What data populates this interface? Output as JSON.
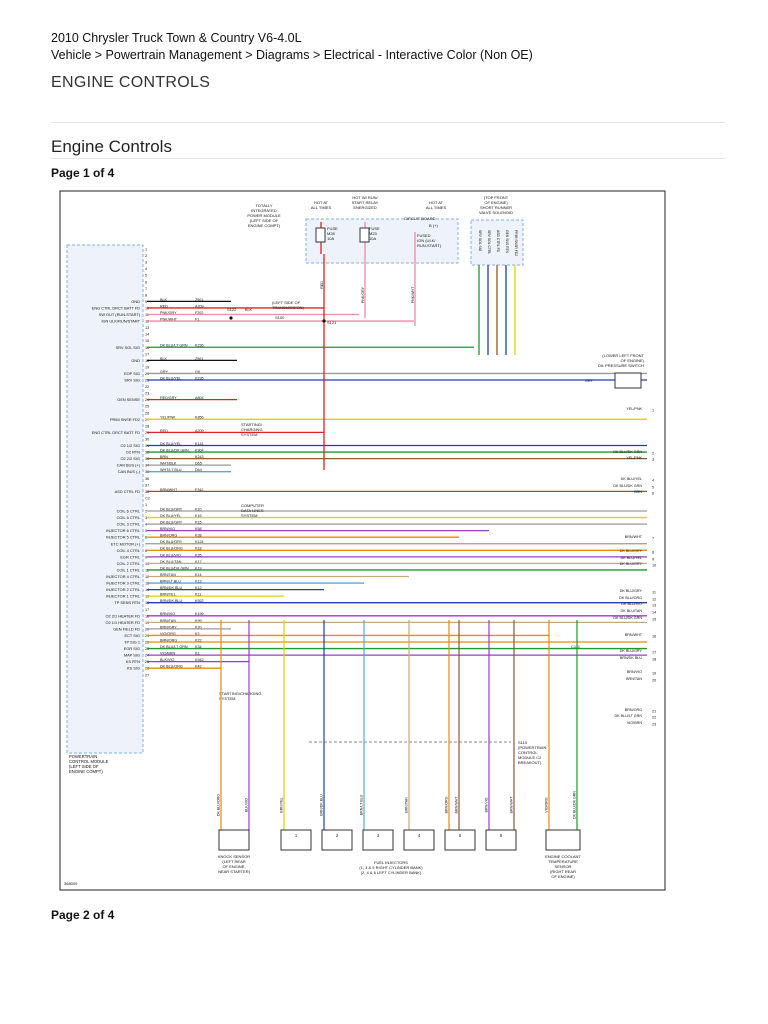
{
  "header": {
    "vehicle": "2010 Chrysler Truck Town & Country V6-4.0L",
    "breadcrumb": "Vehicle > Powertrain Management > Diagrams > Electrical - Interactive Color (Non OE)"
  },
  "section_title": "ENGINE CONTROLS",
  "heading": "Engine Controls",
  "pages": {
    "page1": "Page 1 of 4",
    "page2": "Page 2 of 4"
  },
  "diagram": {
    "figure_id": "368009",
    "pcm_label": [
      "POWERTRAIN",
      "CONTROL MODULE",
      "(LEFT SIDE OF",
      "ENGINE COMPT)"
    ],
    "tipm_label": [
      "TOTALLY",
      "INTEGRATED",
      "POWER MODULE",
      "(LEFT SIDE OF",
      "ENGINE COMPT)"
    ],
    "hot_at_all_times_1": [
      "HOT AT",
      "ALL TIMES"
    ],
    "hot_run": [
      "HOT W/ RUN/",
      "START RELAY",
      "ENERGIZED"
    ],
    "hot_at_all_times_2": [
      "HOT AT",
      "ALL TIMES"
    ],
    "fuse1": [
      "FUSE",
      "M28",
      "10A"
    ],
    "fuse2": [
      "FUSE",
      "M23",
      "10A"
    ],
    "circuit_board": "CIRCUIT BOARD",
    "fused_ign": [
      "FUSED",
      "IGN (ULK/",
      "RUN-START)"
    ],
    "b_plus": "B (+)",
    "ssv_label": [
      "(TOP FRONT",
      "OF ENGINE)",
      "SHORT RUNNER",
      "VALVE SOLENOID"
    ],
    "ssv_pins": [
      "SRV SOL SIG",
      "SRV SOL CTRL",
      "ASD CTRL FD",
      "GEN SNS RTN",
      "PRIM SNSR FD2"
    ],
    "s122": "S122",
    "s100": "S100",
    "s121": "S121",
    "s110": [
      "S110",
      "(POWERTRAIN",
      "CONTROL",
      "MODULE C2",
      "BREAKOUT)"
    ],
    "trans_label": [
      "(LEFT SIDE OF",
      "TRANSMISSION)"
    ],
    "oil_label": [
      "(LOWER LEFT FRONT",
      "OF ENGINE)",
      "OIL PRESSURE SWITCH"
    ],
    "starting_charging": [
      "STARTING/",
      "CHARGING",
      "SYSTEM"
    ],
    "computer_data": [
      "COMPUTER",
      "DATA LINES",
      "SYSTEM"
    ],
    "starting_charging2": [
      "STARTING/CHARGING",
      "SYSTEM"
    ],
    "c111": "C111",
    "pcm_pins": [
      {
        "n": "1",
        "name": "",
        "wire": "",
        "code": ""
      },
      {
        "n": "2",
        "name": "",
        "wire": "",
        "code": ""
      },
      {
        "n": "3",
        "name": "",
        "wire": "",
        "code": ""
      },
      {
        "n": "4",
        "name": "",
        "wire": "",
        "code": ""
      },
      {
        "n": "5",
        "name": "",
        "wire": "",
        "code": ""
      },
      {
        "n": "6",
        "name": "",
        "wire": "",
        "code": ""
      },
      {
        "n": "7",
        "name": "",
        "wire": "",
        "code": ""
      },
      {
        "n": "8",
        "name": "",
        "wire": "",
        "code": ""
      },
      {
        "n": "9",
        "name": "GND",
        "wire": "BLK",
        "code": "Z901"
      },
      {
        "n": "10",
        "name": "ENG CTRL DRCT BATT FD",
        "wire": "RED",
        "code": "A209"
      },
      {
        "n": "11",
        "name": "SW OUT (RUN-START)",
        "wire": "PNK/GRY",
        "code": "F202"
      },
      {
        "n": "12",
        "name": "IGN ULK/RUN/START",
        "wire": "PNK/WHT",
        "code": "F1"
      },
      {
        "n": "13",
        "name": "",
        "wire": "",
        "code": ""
      },
      {
        "n": "14",
        "name": "",
        "wire": "",
        "code": ""
      },
      {
        "n": "15",
        "name": "",
        "wire": "",
        "code": ""
      },
      {
        "n": "16",
        "name": "SRV SOL SIG",
        "wire": "DK BLU/LT GRN",
        "code": "K236"
      },
      {
        "n": "17",
        "name": "",
        "wire": "",
        "code": ""
      },
      {
        "n": "18",
        "name": "GND",
        "wire": "BLK",
        "code": "Z901"
      },
      {
        "n": "19",
        "name": "",
        "wire": "",
        "code": ""
      },
      {
        "n": "20",
        "name": "EOP SIG",
        "wire": "GRY",
        "code": "G6"
      },
      {
        "n": "21",
        "name": "SRV SIG",
        "wire": "DK BLU/YEL",
        "code": "K235"
      },
      {
        "n": "22",
        "name": "",
        "wire": "",
        "code": ""
      },
      {
        "n": "23",
        "name": "",
        "wire": "",
        "code": ""
      },
      {
        "n": "24",
        "name": "GEN SENSE",
        "wire": "RED/GRY",
        "code": "A804"
      },
      {
        "n": "25",
        "name": "",
        "wire": "",
        "code": ""
      },
      {
        "n": "26",
        "name": "",
        "wire": "",
        "code": ""
      },
      {
        "n": "27",
        "name": "PRIM SNSR FD2",
        "wire": "YEL/PNK",
        "code": "K856"
      },
      {
        "n": "28",
        "name": "",
        "wire": "",
        "code": ""
      },
      {
        "n": "29",
        "name": "ENG CTRL DRCT BATT FD",
        "wire": "RED",
        "code": "A209"
      },
      {
        "n": "30",
        "name": "",
        "wire": "",
        "code": ""
      },
      {
        "n": "31",
        "name": "O2 1/2 SIG",
        "wire": "DK BLU/YEL",
        "code": "K141"
      },
      {
        "n": "32",
        "name": "O2 RTN",
        "wire": "DK BLU/DK GRN",
        "code": "K904"
      },
      {
        "n": "33",
        "name": "O2 2/2 SIG",
        "wire": "BRN",
        "code": "K243"
      },
      {
        "n": "34",
        "name": "CAN BUS (+)",
        "wire": "WHT/BLK",
        "code": "D65"
      },
      {
        "n": "35",
        "name": "CAN BUS (-)",
        "wire": "WHT/LT BLU",
        "code": "D64"
      },
      {
        "n": "36",
        "name": "",
        "wire": "",
        "code": ""
      },
      {
        "n": "37",
        "name": "",
        "wire": "",
        "code": ""
      },
      {
        "n": "38",
        "name": "ASD CTRL FD",
        "wire": "BRN/WHT",
        "code": "F342"
      },
      {
        "n": "C2",
        "name": "",
        "wire": "",
        "code": ""
      },
      {
        "n": "1",
        "name": "",
        "wire": "",
        "code": ""
      },
      {
        "n": "2",
        "name": "COIL 6 CTRL",
        "wire": "DK BLU/GRY",
        "code": "K10"
      },
      {
        "n": "3",
        "name": "COIL 5 CTRL",
        "wire": "DK BLU/YEL",
        "code": "K16"
      },
      {
        "n": "4",
        "name": "COIL 3 CTRL",
        "wire": "DK BLU/GRY",
        "code": "K15"
      },
      {
        "n": "5",
        "name": "INJECTOR 6 CTRL",
        "wire": "BRN/VIO",
        "code": "K58"
      },
      {
        "n": "6",
        "name": "INJECTOR 5 CTRL",
        "wire": "BRN/ORG",
        "code": "K38"
      },
      {
        "n": "7",
        "name": "ETC MOTOR (+)",
        "wire": "DK BLU/GRY",
        "code": "K124"
      },
      {
        "n": "8",
        "name": "COIL 4 CTRL",
        "wire": "DK BLU/ORG",
        "code": "K18"
      },
      {
        "n": "9",
        "name": "EGR CTRL",
        "wire": "DK BLU/VIO",
        "code": "K35"
      },
      {
        "n": "10",
        "name": "COIL 2 CTRL",
        "wire": "DK BLU/TAN",
        "code": "K17"
      },
      {
        "n": "11",
        "name": "COIL 1 CTRL",
        "wire": "DK BLU/DK GRN",
        "code": "K19"
      },
      {
        "n": "12",
        "name": "INJECTOR 4 CTRL",
        "wire": "BRN/TAN",
        "code": "K14"
      },
      {
        "n": "13",
        "name": "INJECTOR 3 CTRL",
        "wire": "BRN/LT BLU",
        "code": "K13"
      },
      {
        "n": "14",
        "name": "INJECTOR 2 CTRL",
        "wire": "BRN/DK BLU",
        "code": "K12"
      },
      {
        "n": "15",
        "name": "INJECTOR 1 CTRL",
        "wire": "BRN/YEL",
        "code": "K11"
      },
      {
        "n": "16",
        "name": "TP SENS RTN",
        "wire": "BRN/DK BLU",
        "code": "K922"
      },
      {
        "n": "17",
        "name": "",
        "wire": "",
        "code": ""
      },
      {
        "n": "18",
        "name": "O2 2/1 HEATER FD",
        "wire": "BRN/VIO",
        "code": "K199"
      },
      {
        "n": "19",
        "name": "O2 1/1 HEATER FD",
        "wire": "BRN/TAN",
        "code": "K99"
      },
      {
        "n": "20",
        "name": "GEN FIELD FD",
        "wire": "BRN/GRY",
        "code": "K20"
      },
      {
        "n": "21",
        "name": "ECT SIG",
        "wire": "VIO/ORG",
        "code": "K2"
      },
      {
        "n": "22",
        "name": "TP SIG 1",
        "wire": "BRN/ORG",
        "code": "K22"
      },
      {
        "n": "23",
        "name": "EGR SIG",
        "wire": "DK BLU/LT GRN",
        "code": "K34"
      },
      {
        "n": "24",
        "name": "MAP SIG",
        "wire": "VIO/BRN",
        "code": "K1"
      },
      {
        "n": "25",
        "name": "KS RTN",
        "wire": "BLK/VIO",
        "code": "K942"
      },
      {
        "n": "26",
        "name": "KS SIG",
        "wire": "DK BLU/ORG",
        "code": "K42"
      },
      {
        "n": "27",
        "name": "",
        "wire": "",
        "code": ""
      }
    ],
    "right_labels": [
      {
        "n": "1",
        "wire": "YEL/PNK"
      },
      {
        "n": "2",
        "wire": "DK BLU/DK GRN"
      },
      {
        "n": "3",
        "wire": "YEL/PNK"
      },
      {
        "n": "4",
        "wire": "DK BLU/YEL"
      },
      {
        "n": "5",
        "wire": "DK BLU/DK GRN"
      },
      {
        "n": "6",
        "wire": "BRN"
      },
      {
        "n": "7",
        "wire": "BRN/WHT"
      },
      {
        "n": "8",
        "wire": "DK BLU/GRY"
      },
      {
        "n": "9",
        "wire": "DK BLU/YEL"
      },
      {
        "n": "10",
        "wire": "DK BLU/GRY"
      },
      {
        "n": "11",
        "wire": "DK BLU/GRY"
      },
      {
        "n": "12",
        "wire": "DK BLU/ORG"
      },
      {
        "n": "13",
        "wire": "DK BLU/VIO"
      },
      {
        "n": "14",
        "wire": "DK BLU/TAN"
      },
      {
        "n": "15",
        "wire": "DK BLU/DK GRN"
      },
      {
        "n": "16",
        "wire": "BRN/WHT"
      },
      {
        "n": "17",
        "wire": "DK BLU/GRY"
      },
      {
        "n": "18",
        "wire": "BRN/DK BLU"
      },
      {
        "n": "19",
        "wire": "BRN/VIO"
      },
      {
        "n": "20",
        "wire": "BRN/TAN"
      },
      {
        "n": "21",
        "wire": "BRN/ORG"
      },
      {
        "n": "22",
        "wire": "DK BLU/LT GRN"
      },
      {
        "n": "23",
        "wire": "VIO/BRN"
      }
    ],
    "bottom_wires": [
      "DK BLU/ORG",
      "BLK/VIO",
      "BRN/YEL",
      "BRN/DK BLU",
      "BRN/LT BLU",
      "BRN/TAN",
      "BRN/ORG",
      "BRN/WHT",
      "BRN/VIO",
      "BRN/WHT",
      "VIO/ORG",
      "DK BLU/DK GRN"
    ],
    "injector_numbers": [
      "1",
      "2",
      "3",
      "4",
      "5",
      "6"
    ],
    "knock_sensor": [
      "KNOCK SENSOR",
      "(LEFT REAR",
      "OF ENGINE,",
      "NEAR STARTER)"
    ],
    "fuel_injectors": [
      "FUEL INJECTORS",
      "(1, 3 & 5 RIGHT CYLINDER BANK)",
      "(2, 4 & 6 LEFT CYLINDER BANK)"
    ],
    "ect_sensor": [
      "ENGINE COOLANT",
      "TEMPERATURE",
      "SENSOR",
      "(RIGHT REAR",
      "OF ENGINE)"
    ],
    "wire_colors": {
      "BLK": "#111111",
      "RED": "#e02020",
      "PNK": "#f08aa0",
      "GRN": "#1c9a2c",
      "DKBLU": "#1d3fb8",
      "GRY": "#9a9a9a",
      "YEL": "#e6cf00",
      "BRN": "#8b5a2b",
      "VIO": "#9a3cc8",
      "ORG": "#f08a00",
      "TAN": "#c8aa78",
      "LTBLU": "#55aadd"
    }
  }
}
